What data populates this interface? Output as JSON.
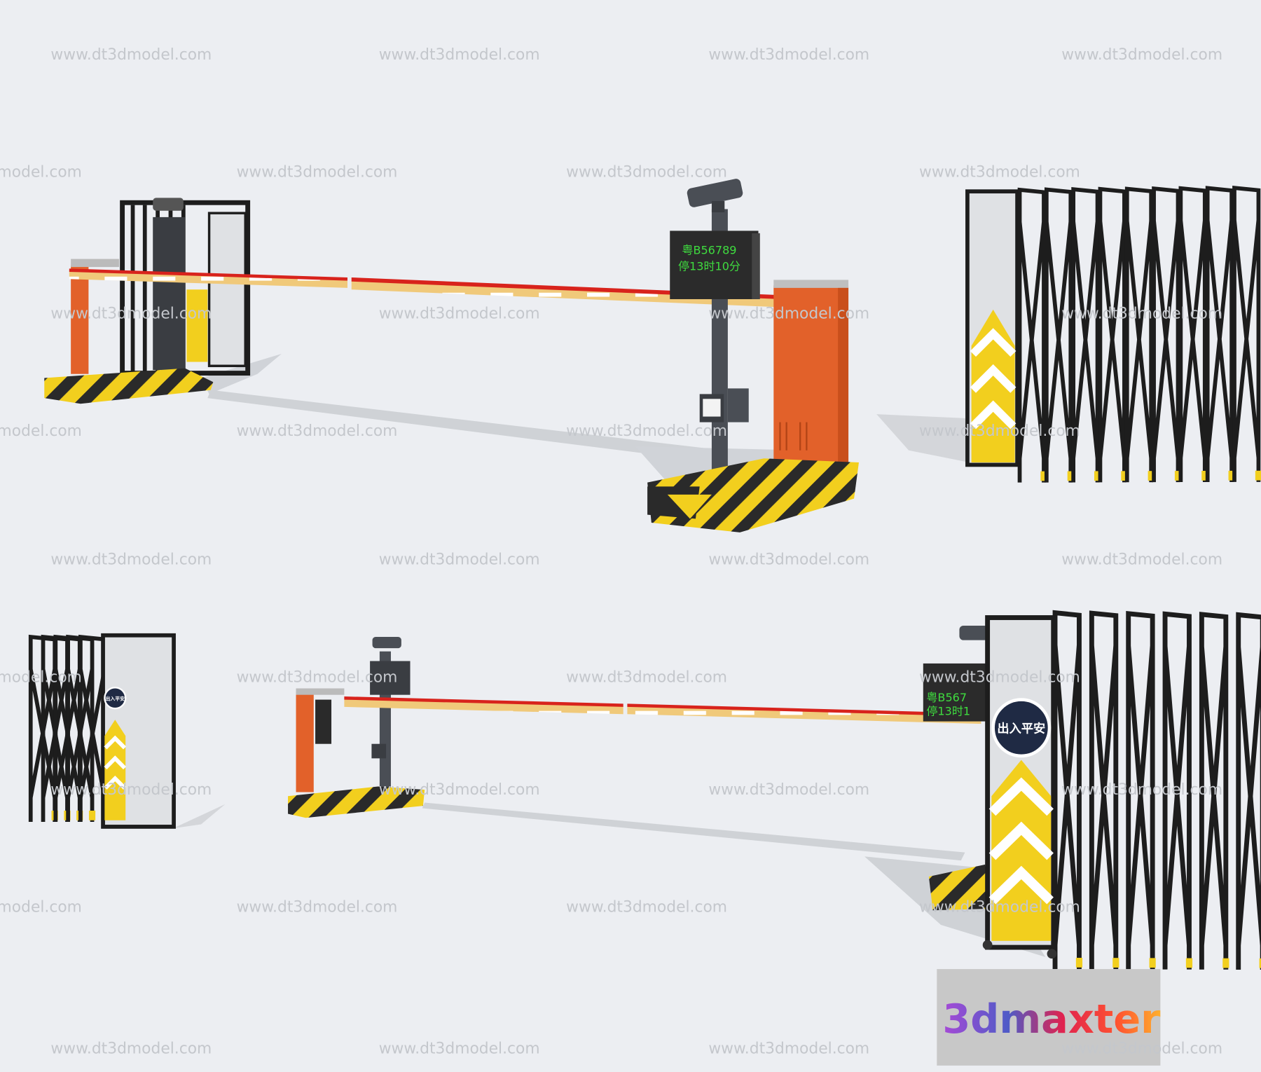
{
  "watermark": "www.dt3dmodel.com",
  "watermark_partial": "model.com",
  "top_display": {
    "line1": "粤B56789",
    "line2": "停13时10分"
  },
  "bottom_display": {
    "line1": "粤B567",
    "line2": "停13时1"
  },
  "gate_sign_text": "出入平安",
  "logo_text": "3dmaxter",
  "colors": {
    "background": "#eceef2",
    "hazard_yellow": "#f2cf1e",
    "hazard_black": "#2a2a2a",
    "cabinet_orange": "#e2612a",
    "boom_red": "#d8231c",
    "led_green": "#3fdc3f",
    "logo_box": "#c8c8c8"
  }
}
